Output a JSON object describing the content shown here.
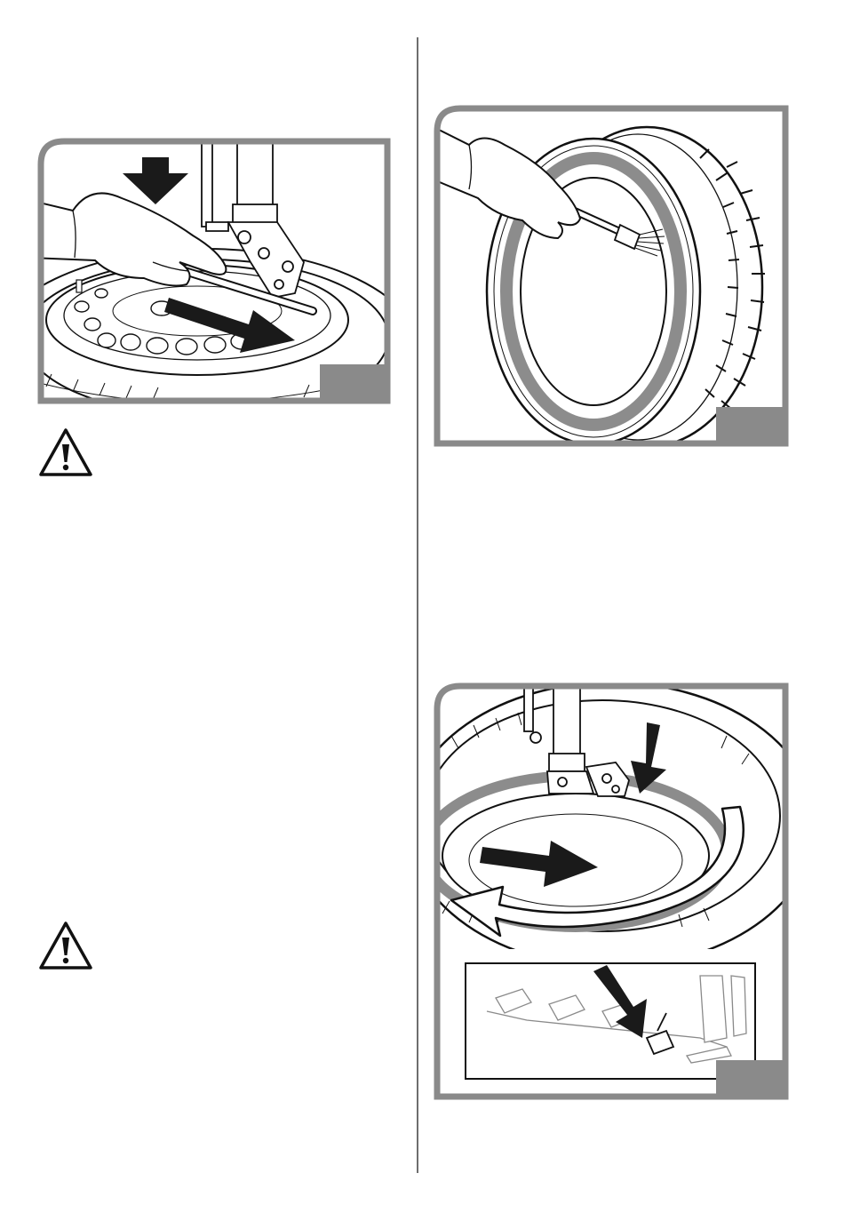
{
  "page": {
    "background": "#ffffff",
    "frame_color": "#8a8a8a",
    "line_color": "#111111",
    "tag_color": "#8a8a8a"
  },
  "figures": [
    {
      "id": "figure-bead-lubrication",
      "icons": [
        "hand-icon",
        "press-down-arrow-icon",
        "slide-arrow-icon",
        "mount-head-icon",
        "wheel-rim-icon",
        "tyre-icon"
      ]
    },
    {
      "id": "figure-tyre-bead-brushing",
      "icons": [
        "hand-icon",
        "brush-icon",
        "tyre-icon"
      ]
    },
    {
      "id": "figure-bead-mounting-pedal",
      "icons": [
        "mount-head-icon",
        "press-down-arrow-icon",
        "rotation-arrow-icon",
        "pedal-icon",
        "tyre-icon"
      ]
    }
  ],
  "warnings": [
    {
      "id": "warning-1",
      "icon": "warning-triangle-icon"
    },
    {
      "id": "warning-2",
      "icon": "warning-triangle-icon"
    }
  ]
}
